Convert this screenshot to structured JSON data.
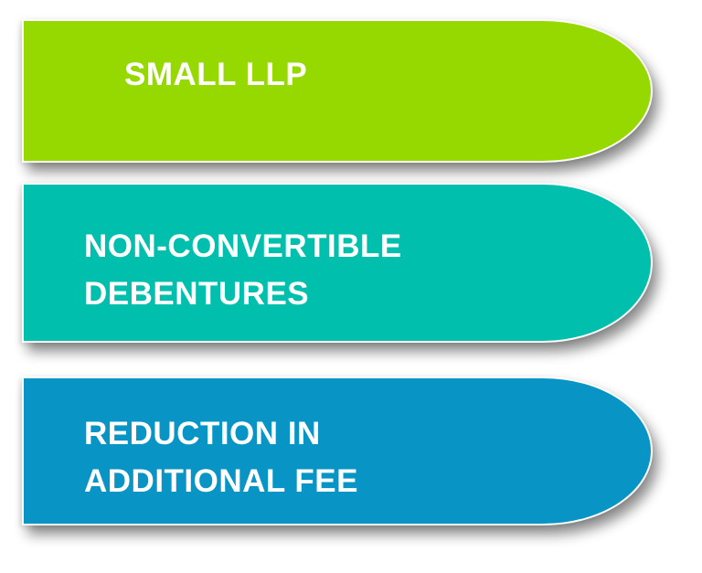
{
  "diagram": {
    "type": "stacked-pill-list",
    "items": [
      {
        "label": "SMALL LLP",
        "color": "#96D900"
      },
      {
        "label": "NON-CONVERTIBLE\nDEBENTURES",
        "color": "#00BFAD"
      },
      {
        "label": "REDUCTION IN\nADDITIONAL FEE",
        "color": "#0895C5"
      }
    ]
  }
}
